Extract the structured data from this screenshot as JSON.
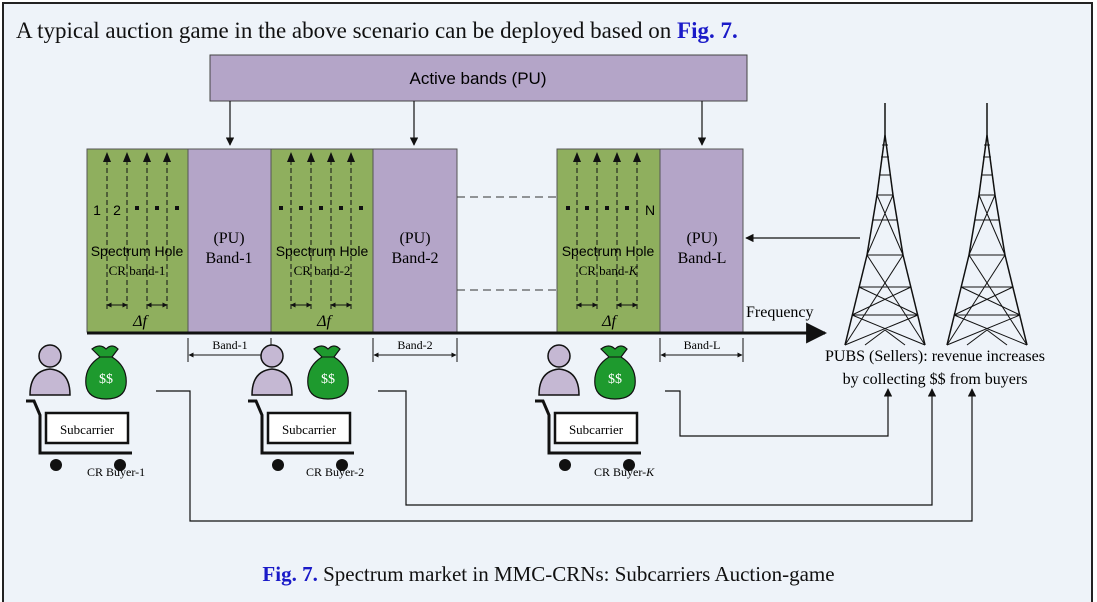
{
  "intro": {
    "text": "A typical auction game in the above scenario can be deployed based on ",
    "fig_ref": "Fig. 7."
  },
  "diagram": {
    "active_bands": "Active bands (PU)",
    "cr_blocks": [
      {
        "hole": "Spectrum Hole",
        "band": "CR band-1",
        "delta": "Δf",
        "idx_first": "1",
        "idx_second": "2",
        "idx_last": ""
      },
      {
        "hole": "Spectrum Hole",
        "band": "CR band-2",
        "delta": "Δf",
        "idx_first": "",
        "idx_second": "",
        "idx_last": ""
      },
      {
        "hole": "Spectrum Hole",
        "band_prefix": "CR band-",
        "band_k": "K",
        "delta": "Δf",
        "idx_first": "",
        "idx_second": "",
        "idx_last": "N"
      }
    ],
    "pu_blocks": [
      {
        "top": "(PU)",
        "bottom": "Band-1"
      },
      {
        "top": "(PU)",
        "bottom": "Band-2"
      },
      {
        "top": "(PU)",
        "bottom": "Band-L"
      }
    ],
    "band_dims": [
      "Band-1",
      "Band-2",
      "Band-L"
    ],
    "frequency_label": "Frequency",
    "sellers_line1": "PUBS (Sellers): revenue increases",
    "sellers_line2": "by collecting $$ from buyers",
    "buyers": [
      {
        "money": "$$",
        "cart": "Subcarrier",
        "label": "CR Buyer-1"
      },
      {
        "money": "$$",
        "cart": "Subcarrier",
        "label": "CR Buyer-2"
      },
      {
        "money": "$$",
        "cart": "Subcarrier",
        "label_prefix": "CR Buyer-",
        "label_k": "K"
      }
    ],
    "colors": {
      "cr_green": "#8faf5e",
      "pu_purple": "#b4a5c8",
      "frame_bg": "#eef3f9",
      "link_blue": "#1a1ac8"
    }
  },
  "caption": {
    "fig_ref": "Fig. 7.",
    "text": " Spectrum market in MMC-CRNs: Subcarriers Auction-game"
  }
}
